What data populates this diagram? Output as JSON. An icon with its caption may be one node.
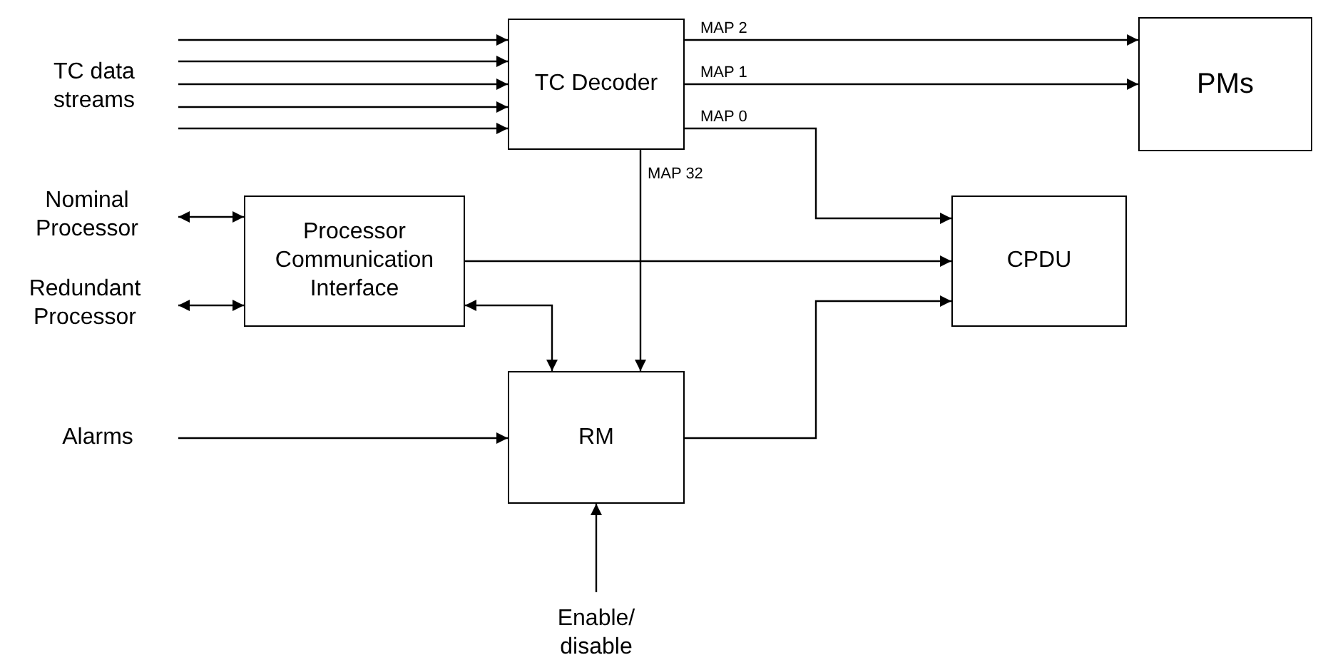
{
  "diagram": {
    "nodes": [
      {
        "text": [
          "TC data streams"
        ]
      },
      {
        "text": [
          "TC Decoder"
        ]
      },
      {
        "text": [
          "PMs"
        ]
      },
      {
        "text": [
          "Nominal Processor"
        ]
      },
      {
        "text": [
          "Redundant Processor"
        ]
      },
      {
        "text": [
          "Processor Communication Interface"
        ]
      },
      {
        "text": [
          "CPDU"
        ]
      },
      {
        "text": [
          "Alarms"
        ]
      },
      {
        "text": [
          "RM"
        ]
      },
      {
        "text": [
          "Enable/ disable"
        ]
      }
    ],
    "edges": [
      {
        "from": 0,
        "to": 1,
        "arrow": "to"
      },
      {
        "from": 0,
        "to": 1,
        "arrow": "to"
      },
      {
        "from": 0,
        "to": 1,
        "arrow": "to"
      },
      {
        "from": 0,
        "to": 1,
        "arrow": "to"
      },
      {
        "from": 0,
        "to": 1,
        "arrow": "to"
      },
      {
        "from": 1,
        "to": 2,
        "arrow": "to",
        "label": "MAP 2"
      },
      {
        "from": 1,
        "to": 2,
        "arrow": "to",
        "label": "MAP 1"
      },
      {
        "from": 1,
        "to": 6,
        "arrow": "to",
        "label": "MAP 0"
      },
      {
        "from": 1,
        "to": 8,
        "arrow": "to",
        "label": "MAP 32"
      },
      {
        "from": 3,
        "to": 5,
        "arrow": "both"
      },
      {
        "from": 4,
        "to": 5,
        "arrow": "both"
      },
      {
        "from": 5,
        "to": 6,
        "arrow": "to"
      },
      {
        "from": 5,
        "to": 8,
        "arrow": "both"
      },
      {
        "from": 7,
        "to": 8,
        "arrow": "to"
      },
      {
        "from": 8,
        "to": 6,
        "arrow": "to"
      },
      {
        "from": 9,
        "to": 8,
        "arrow": "to"
      }
    ]
  }
}
